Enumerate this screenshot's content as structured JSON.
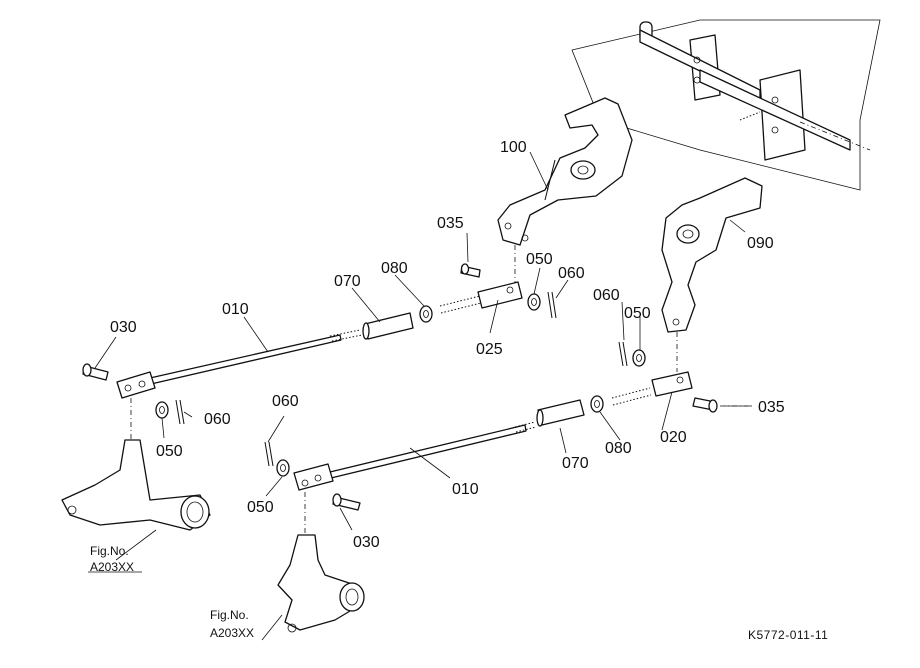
{
  "labels": {
    "p010_top": "010",
    "p010_bottom": "010",
    "p020": "020",
    "p025": "025",
    "p030_top": "030",
    "p030_bottom": "030",
    "p035_top": "035",
    "p035_right": "035",
    "p050_top": "050",
    "p050_right": "050",
    "p050_left": "050",
    "p050_bottom": "050",
    "p060_top": "060",
    "p060_right": "060",
    "p060_left": "060",
    "p060_bottom": "060",
    "p070_top": "070",
    "p070_bottom": "070",
    "p080_top": "080",
    "p080_bottom": "080",
    "p090": "090",
    "p100": "100"
  },
  "figrefs": {
    "left_line1": "Fig.No.",
    "left_line2": "A203XX",
    "bottom_line1": "Fig.No.",
    "bottom_line2": "A203XX"
  },
  "drawing_code": "K5772-011-11"
}
